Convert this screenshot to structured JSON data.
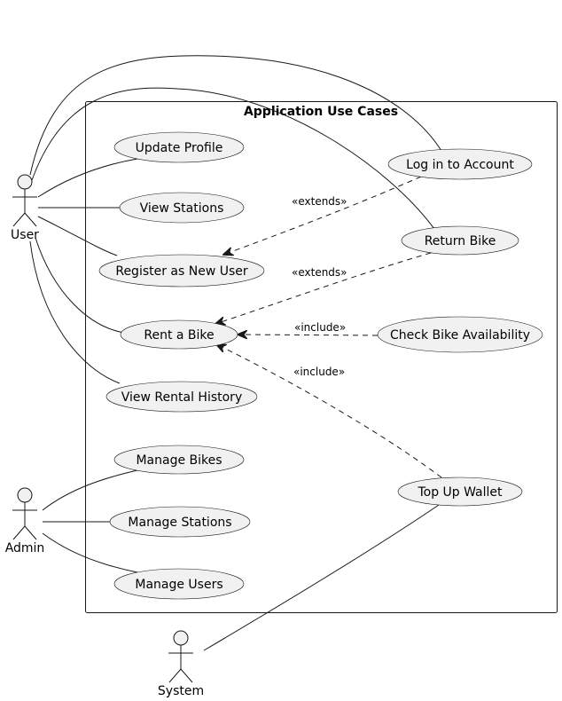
{
  "system_boundary": {
    "title": "Application Use Cases"
  },
  "actors": {
    "user": "User",
    "admin": "Admin",
    "system": "System"
  },
  "use_cases": {
    "update_profile": "Update Profile",
    "view_stations": "View Stations",
    "register": "Register as New User",
    "rent_bike": "Rent a Bike",
    "view_rental_history": "View Rental History",
    "manage_bikes": "Manage Bikes",
    "manage_stations": "Manage Stations",
    "manage_users": "Manage Users",
    "log_in": "Log in to Account",
    "return_bike": "Return Bike",
    "check_availability": "Check Bike Availability",
    "top_up_wallet": "Top Up Wallet"
  },
  "relations": {
    "login_extends_register": "«extends»",
    "return_extends_rent": "«extends»",
    "check_includes_rent": "«include»",
    "wallet_includes_rent": "«include»"
  }
}
